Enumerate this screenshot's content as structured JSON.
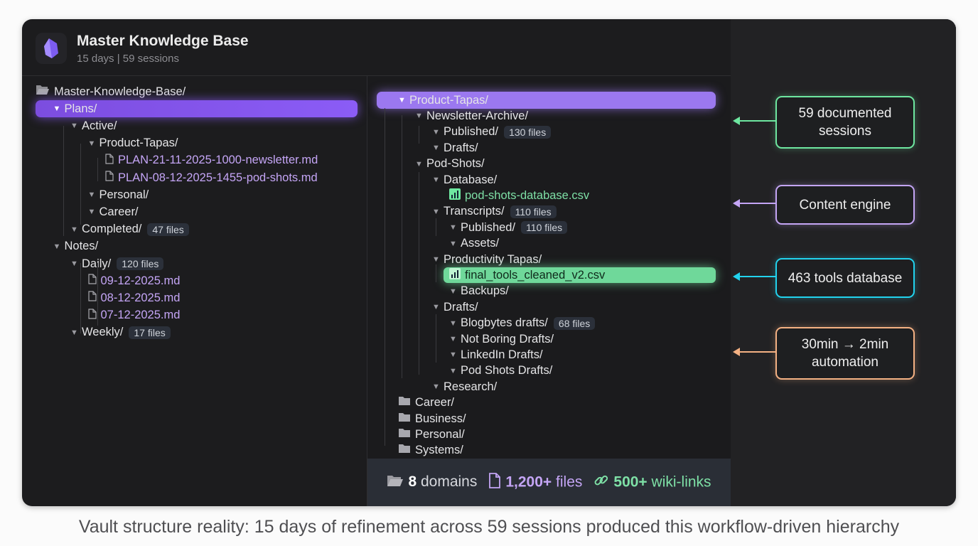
{
  "header": {
    "title": "Master Knowledge Base",
    "subtitle": "15 days | 59 sessions"
  },
  "left_tree": [
    {
      "label": "Master-Knowledge-Base/",
      "depth": 0,
      "type": "root"
    },
    {
      "label": "Plans/",
      "depth": 1,
      "type": "folder",
      "highlight": "purple"
    },
    {
      "label": "Active/",
      "depth": 2,
      "type": "folder"
    },
    {
      "label": "Product-Tapas/",
      "depth": 3,
      "type": "folder"
    },
    {
      "label": "PLAN-21-11-2025-1000-newsletter.md",
      "depth": 4,
      "type": "file"
    },
    {
      "label": "PLAN-08-12-2025-1455-pod-shots.md",
      "depth": 4,
      "type": "file"
    },
    {
      "label": "Personal/",
      "depth": 3,
      "type": "folder"
    },
    {
      "label": "Career/",
      "depth": 3,
      "type": "folder"
    },
    {
      "label": "Completed/",
      "depth": 2,
      "type": "folder",
      "badge": "47 files"
    },
    {
      "label": "Notes/",
      "depth": 1,
      "type": "folder"
    },
    {
      "label": "Daily/",
      "depth": 2,
      "type": "folder",
      "badge": "120 files"
    },
    {
      "label": "09-12-2025.md",
      "depth": 3,
      "type": "file"
    },
    {
      "label": "08-12-2025.md",
      "depth": 3,
      "type": "file"
    },
    {
      "label": "07-12-2025.md",
      "depth": 3,
      "type": "file"
    },
    {
      "label": "Weekly/",
      "depth": 2,
      "type": "folder",
      "badge": "17 files"
    }
  ],
  "right_tree": [
    {
      "label": "Product-Tapas/",
      "depth": 1,
      "type": "folder",
      "highlight": "purple"
    },
    {
      "label": "Newsletter-Archive/",
      "depth": 2,
      "type": "folder"
    },
    {
      "label": "Published/",
      "depth": 3,
      "type": "folder",
      "badge": "130 files"
    },
    {
      "label": "Drafts/",
      "depth": 3,
      "type": "folder"
    },
    {
      "label": "Pod-Shots/",
      "depth": 2,
      "type": "folder"
    },
    {
      "label": "Database/",
      "depth": 3,
      "type": "folder"
    },
    {
      "label": "pod-shots-database.csv",
      "depth": 4,
      "type": "csv"
    },
    {
      "label": "Transcripts/",
      "depth": 3,
      "type": "folder",
      "badge": "110 files"
    },
    {
      "label": "Published/",
      "depth": 4,
      "type": "folder",
      "badge": "110 files"
    },
    {
      "label": "Assets/",
      "depth": 4,
      "type": "folder"
    },
    {
      "label": "Productivity Tapas/",
      "depth": 3,
      "type": "folder"
    },
    {
      "label": "final_tools_cleaned_v2.csv",
      "depth": 4,
      "type": "csv",
      "highlight": "green"
    },
    {
      "label": "Backups/",
      "depth": 4,
      "type": "folder"
    },
    {
      "label": "Drafts/",
      "depth": 3,
      "type": "folder"
    },
    {
      "label": "Blogbytes drafts/",
      "depth": 4,
      "type": "folder",
      "badge": "68 files"
    },
    {
      "label": "Not Boring Drafts/",
      "depth": 4,
      "type": "folder"
    },
    {
      "label": "LinkedIn Drafts/",
      "depth": 4,
      "type": "folder"
    },
    {
      "label": "Pod Shots Drafts/",
      "depth": 4,
      "type": "folder"
    },
    {
      "label": "Research/",
      "depth": 3,
      "type": "folder"
    },
    {
      "label": "Career/",
      "depth": 1,
      "type": "closed"
    },
    {
      "label": "Business/",
      "depth": 1,
      "type": "closed"
    },
    {
      "label": "Personal/",
      "depth": 1,
      "type": "closed"
    },
    {
      "label": "Systems/",
      "depth": 1,
      "type": "closed"
    }
  ],
  "stats": {
    "domains_value": "8",
    "domains_label": "domains",
    "files_value": "1,200+",
    "files_label": "files",
    "links_value": "500+",
    "links_label": "wiki-links"
  },
  "callouts": [
    {
      "text": "59 documented sessions",
      "color": "#6ee7a0"
    },
    {
      "text": "Content engine",
      "color": "#c4a5f5"
    },
    {
      "text": "463 tools database",
      "color": "#22d3ee"
    },
    {
      "text": "30min → 2min automation",
      "color": "#f4b183"
    }
  ],
  "caption": "Vault structure reality: 15 days of refinement across 59 sessions produced this workflow-driven hierarchy"
}
